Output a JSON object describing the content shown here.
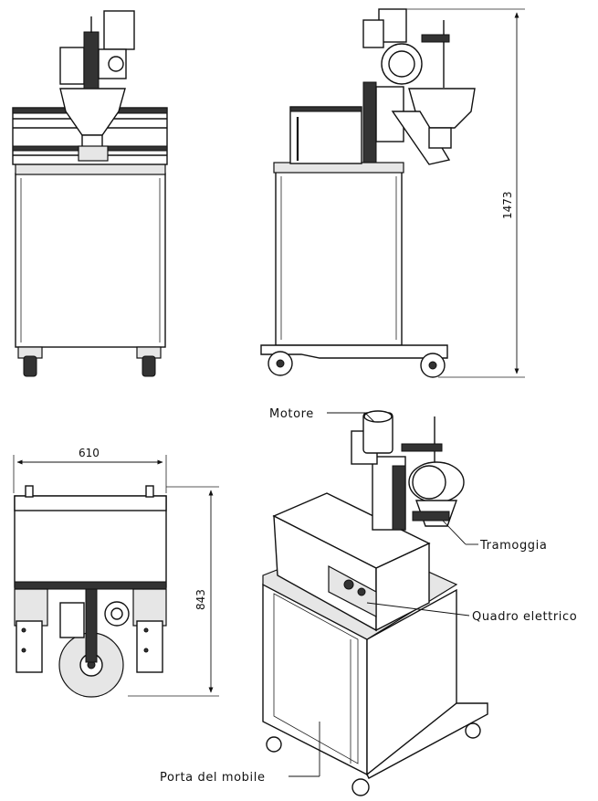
{
  "dimensions": {
    "height": "1473",
    "width": "610",
    "depth": "843"
  },
  "labels": {
    "motor": "Motore",
    "hopper": "Tramoggia",
    "control_panel": "Quadro elettrico",
    "cabinet_door": "Porta del mobile"
  }
}
